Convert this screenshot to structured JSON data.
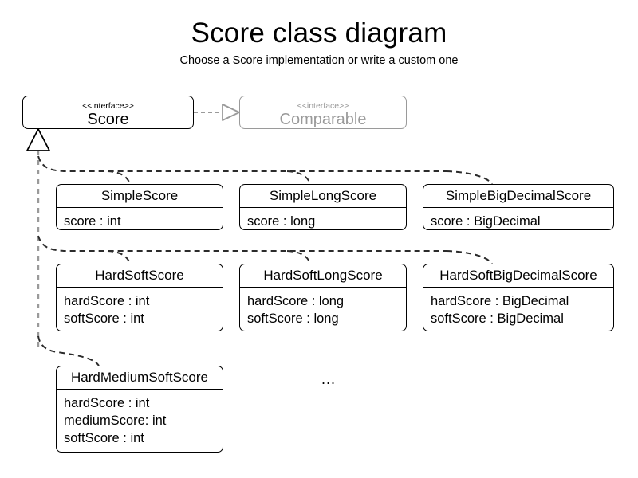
{
  "header": {
    "title": "Score class diagram",
    "subtitle": "Choose a Score implementation or write a custom one"
  },
  "colors": {
    "stroke": "#000000",
    "ghost_stroke": "#9a9a9a",
    "background": "#ffffff",
    "inheritance_trunk": "#9a9a9a",
    "connector": "#2b2b2b"
  },
  "interfaces": [
    {
      "id": "score",
      "stereotype": "<<interface>>",
      "name": "Score",
      "ghost": false
    },
    {
      "id": "comparable",
      "stereotype": "<<interface>>",
      "name": "Comparable",
      "ghost": true
    }
  ],
  "classes": [
    {
      "id": "simple-score",
      "name": "SimpleScore",
      "attributes": [
        "score : int"
      ]
    },
    {
      "id": "simple-long-score",
      "name": "SimpleLongScore",
      "attributes": [
        "score : long"
      ]
    },
    {
      "id": "simple-big-decimal-score",
      "name": "SimpleBigDecimalScore",
      "attributes": [
        "score : BigDecimal"
      ]
    },
    {
      "id": "hard-soft-score",
      "name": "HardSoftScore",
      "attributes": [
        "hardScore : int",
        "softScore : int"
      ]
    },
    {
      "id": "hard-soft-long-score",
      "name": "HardSoftLongScore",
      "attributes": [
        "hardScore : long",
        "softScore : long"
      ]
    },
    {
      "id": "hard-soft-big-decimal-score",
      "name": "HardSoftBigDecimalScore",
      "attributes": [
        "hardScore : BigDecimal",
        "softScore : BigDecimal"
      ]
    },
    {
      "id": "hard-medium-soft-score",
      "name": "HardMediumSoftScore",
      "attributes": [
        "hardScore : int",
        "mediumScore: int",
        "softScore : int"
      ]
    }
  ],
  "annotations": {
    "more_classes": "..."
  },
  "relations": {
    "realization": {
      "from": "Score",
      "to": "Comparable",
      "style": "dashed",
      "arrow": "hollow-triangle"
    },
    "generalization": {
      "to": "Score",
      "style": "dashed",
      "arrow": "hollow-triangle",
      "from": [
        "SimpleScore",
        "SimpleLongScore",
        "SimpleBigDecimalScore",
        "HardSoftScore",
        "HardSoftLongScore",
        "HardSoftBigDecimalScore",
        "HardMediumSoftScore"
      ]
    }
  }
}
